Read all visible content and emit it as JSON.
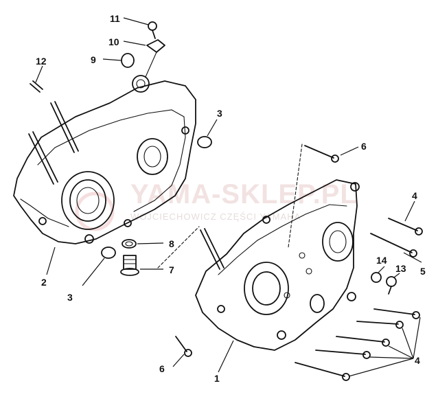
{
  "watermark": {
    "brand": "YAMA-SKLEP.PL",
    "tagline": "WOJCIECHOWICZ CZĘŚCI YAMAHA"
  },
  "callouts": {
    "c1": "1",
    "c2": "2",
    "c3a": "3",
    "c3b": "3",
    "c4a": "4",
    "c4b": "4",
    "c5": "5",
    "c6a": "6",
    "c6b": "6",
    "c7": "7",
    "c8": "8",
    "c9": "9",
    "c10": "10",
    "c11": "11",
    "c12": "12",
    "c13": "13",
    "c14": "14"
  }
}
